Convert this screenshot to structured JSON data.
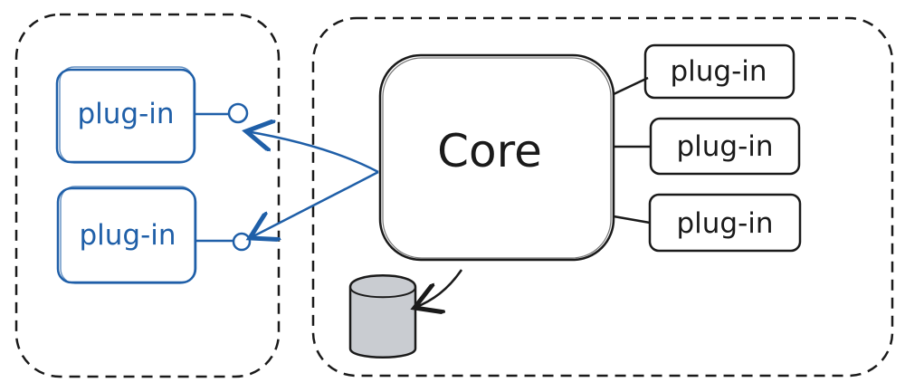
{
  "core": {
    "label": "Core"
  },
  "external_plugins": [
    {
      "label": "plug-in"
    },
    {
      "label": "plug-in"
    }
  ],
  "internal_plugins": [
    {
      "label": "plug-in"
    },
    {
      "label": "plug-in"
    },
    {
      "label": "plug-in"
    }
  ],
  "colors": {
    "stroke": "#1a1a1a",
    "external_stroke": "#1f5fa8",
    "database_fill": "#c9ccd1"
  },
  "icons": {
    "database": "database-icon"
  }
}
